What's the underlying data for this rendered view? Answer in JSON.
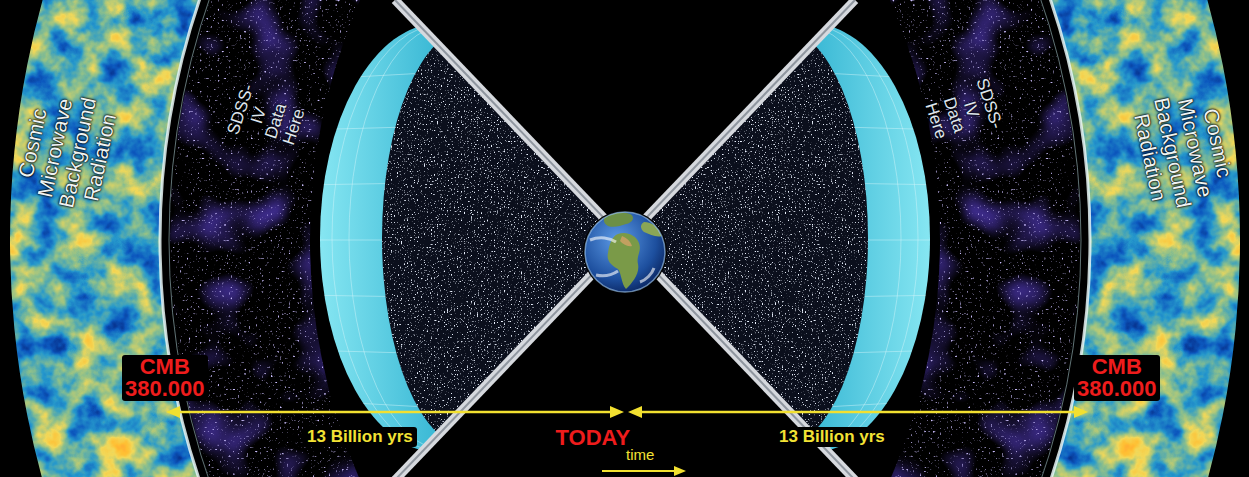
{
  "diagram": {
    "labels": [
      "Cosmic Microwave Background Radiation",
      "SDSS-IV Data Here",
      "CMB 380.000",
      "13 Billion yrs",
      "TODAY",
      "13 Billion yrs",
      "CMB 380.000",
      "SDSS-IV Data Here",
      "Cosmic Microwave Background Radiation",
      "time"
    ]
  }
}
